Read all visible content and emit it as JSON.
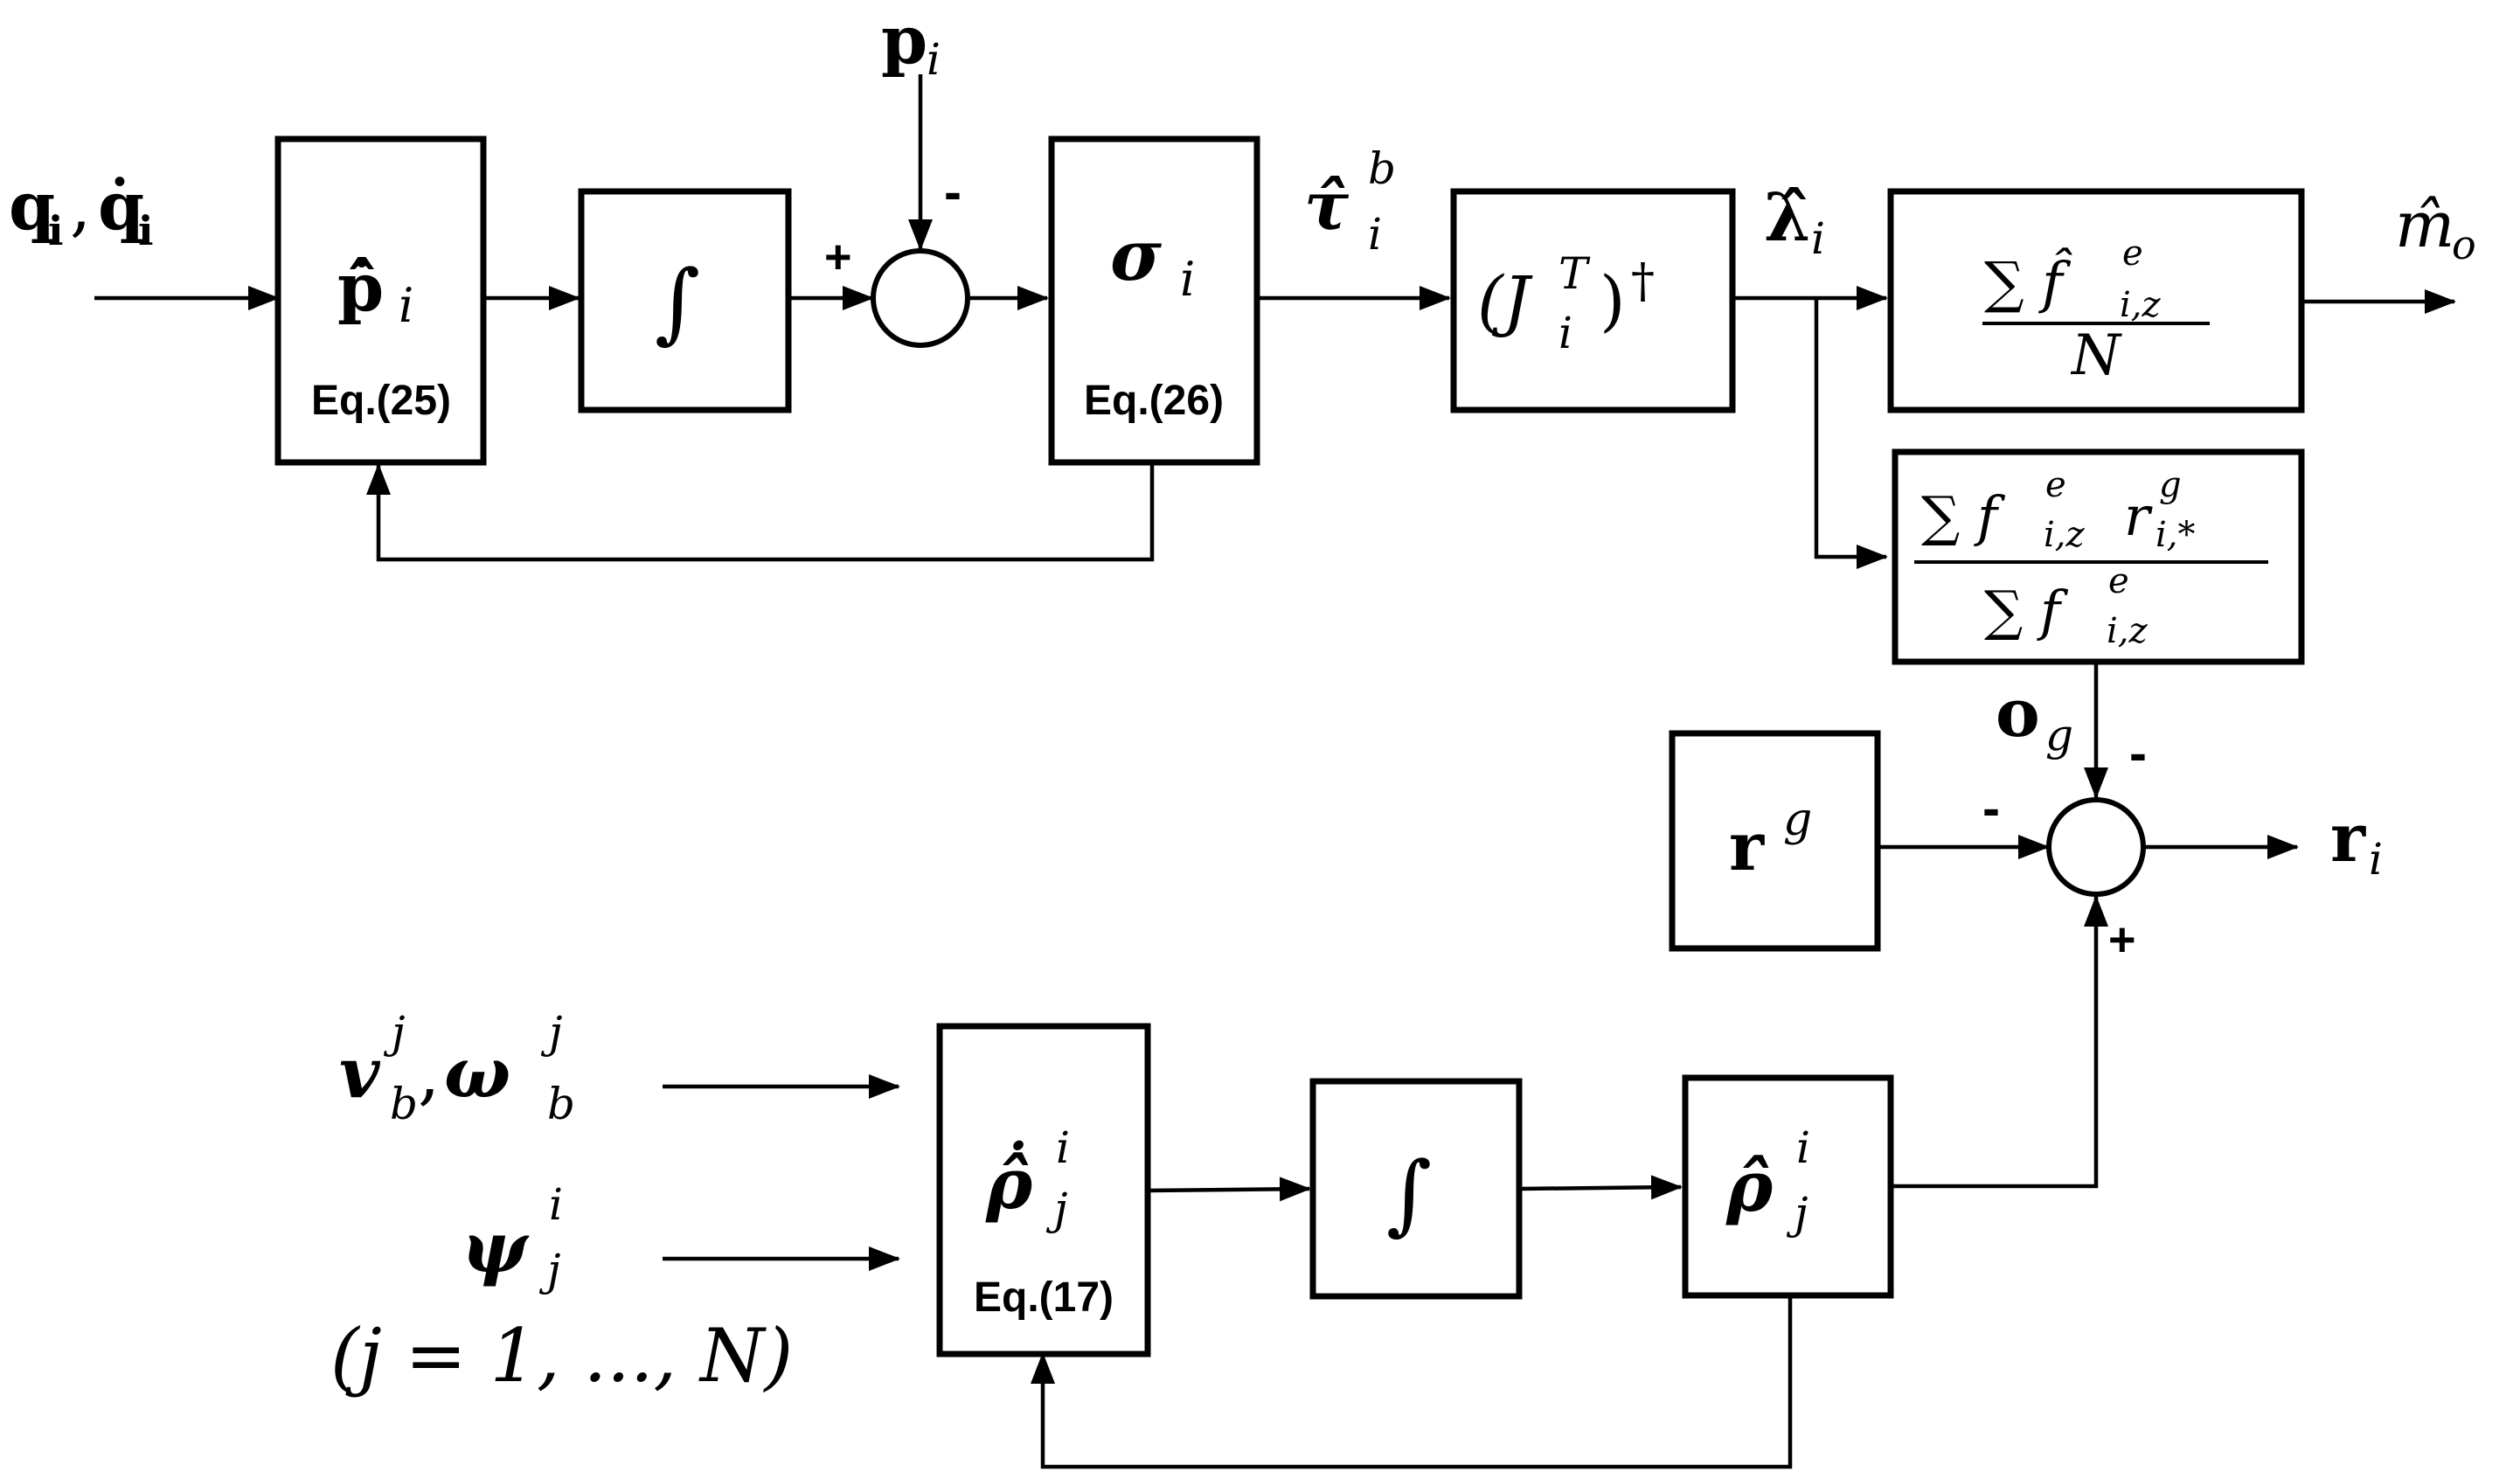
{
  "inputs": {
    "q": "q",
    "q_sub": "i",
    "comma": ",",
    "qdot": "q̇",
    "qdot_sub": "i",
    "p": "p",
    "p_sub": "i",
    "v": "v",
    "v_sup": "j",
    "v_sub": "b",
    "omega": "ω",
    "omega_sup": "j",
    "omega_sub": "b",
    "psi": "ψ",
    "psi_sup": "i",
    "psi_sub": "j",
    "j_range": "(j = 1, ..., N)"
  },
  "blocks": {
    "pdot_hat": {
      "sym": "p̂̇",
      "sub": "i",
      "eq": "Eq.(25)"
    },
    "integrator_top": {
      "sym": "∫"
    },
    "sigma": {
      "sym": "σ",
      "sub": "i",
      "eq": "Eq.(26)"
    },
    "jacobian": {
      "open": "(J",
      "sup": "T",
      "sub": "i",
      "close": ")",
      "dagger": "†"
    },
    "mass": {
      "num": "∑ f̂",
      "num_sup": "e",
      "num_sub": "i,z",
      "den": "N"
    },
    "center": {
      "num": "∑ f",
      "num_sup": "e",
      "num_sub": "i,z",
      "num_r": "r",
      "num_r_sup": "g",
      "num_r_sub": "i,*",
      "den": "∑ f",
      "den_sup": "e",
      "den_sub": "i,z"
    },
    "r_g": {
      "sym": "r",
      "sup": "g"
    },
    "rhodot_hat": {
      "sym": "ρ̂̇",
      "sup": "i",
      "sub": "j",
      "eq": "Eq.(17)"
    },
    "integrator_bottom": {
      "sym": "∫"
    },
    "rho_hat": {
      "sym": "ρ̂",
      "sup": "i",
      "sub": "j"
    }
  },
  "signals": {
    "tau": "τ̂",
    "tau_sup": "b",
    "tau_sub": "i",
    "lambda": "λ̂",
    "lambda_sub": "i",
    "m_o": "m̂",
    "m_o_sub": "o",
    "o_g": "o",
    "o_g_sub": "g",
    "r_i": "r",
    "r_i_sub": "i"
  },
  "signs": {
    "sum1_plus": "+",
    "sum1_minus": "-",
    "sum2_minus_top": "-",
    "sum2_minus_left": "-",
    "sum2_plus_bottom": "+"
  }
}
